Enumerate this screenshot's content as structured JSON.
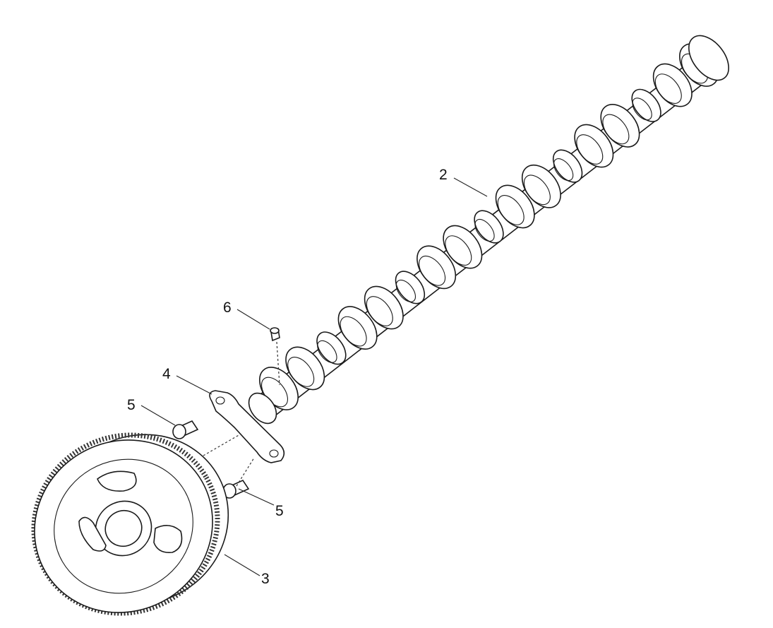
{
  "callouts": {
    "camshaft": "2",
    "gear": "3",
    "plate": "4",
    "bolt_upper": "5",
    "bolt_lower": "5",
    "pin": "6"
  }
}
